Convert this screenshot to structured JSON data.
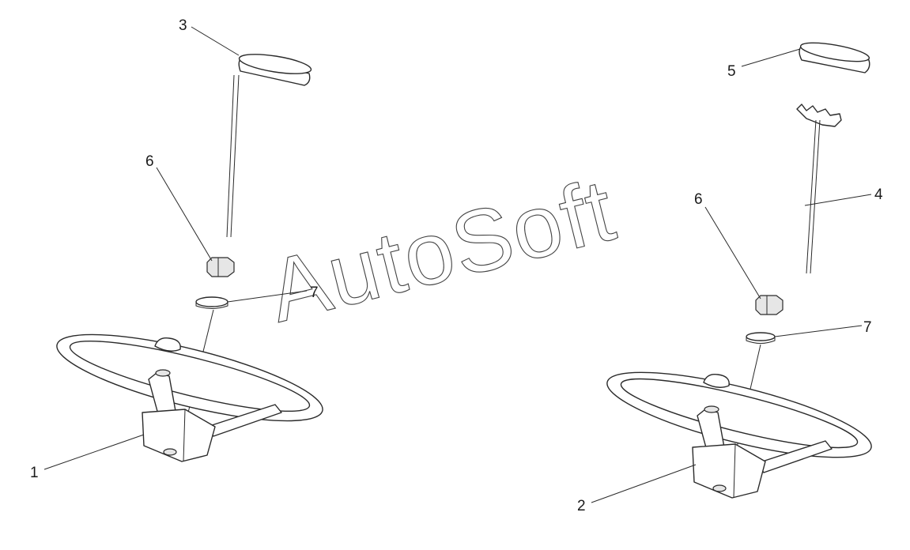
{
  "watermark": "AutoSoft",
  "callouts": {
    "c1": "1",
    "c2": "2",
    "c3": "3",
    "c4": "4",
    "c5": "5",
    "c6_left": "6",
    "c6_right": "6",
    "c7_left": "7",
    "c7_right": "7"
  }
}
